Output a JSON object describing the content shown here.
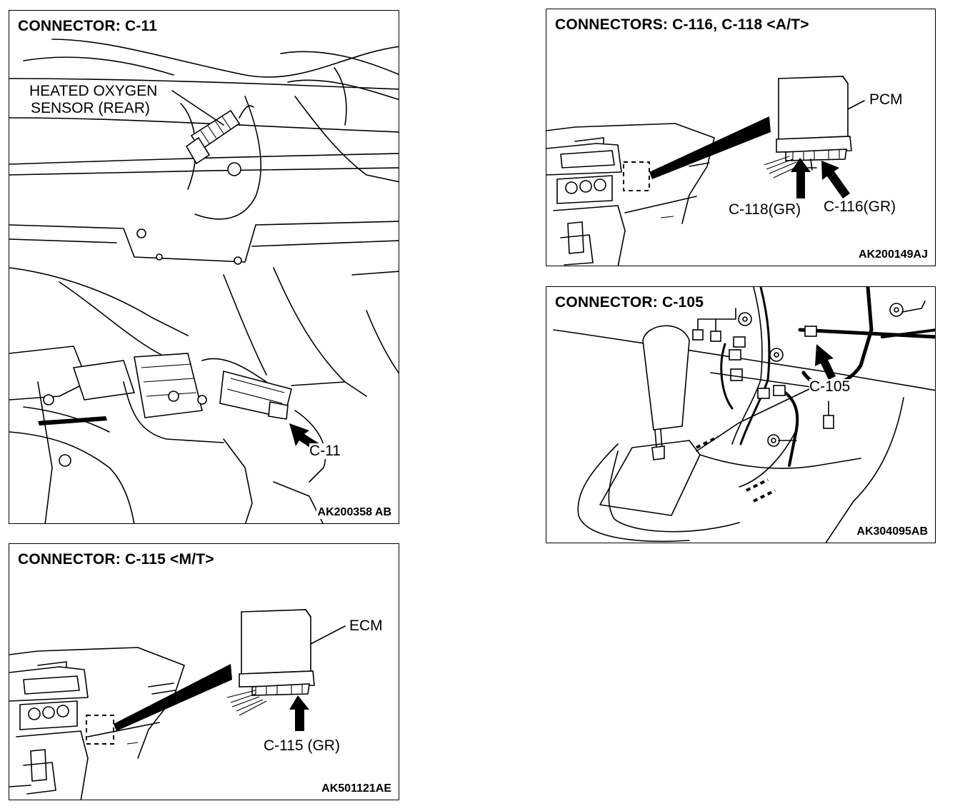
{
  "panels": {
    "c11": {
      "title": "CONNECTOR: C-11",
      "sensor_label_line1": "HEATED OXYGEN",
      "sensor_label_line2": "SENSOR (REAR)",
      "connector_label": "C-11",
      "code": "AK200358 AB"
    },
    "c115": {
      "title": "CONNECTOR: C-115 <M/T>",
      "module_label": "ECM",
      "connector_label": "C-115 (GR)",
      "code": "AK501121AE"
    },
    "c116": {
      "title": "CONNECTORS: C-116, C-118 <A/T>",
      "module_label": "PCM",
      "connector_label_a": "C-118(GR)",
      "connector_label_b": "C-116(GR)",
      "code": "AK200149AJ"
    },
    "c105": {
      "title": "CONNECTOR: C-105",
      "connector_label": "C-105",
      "code": "AK304095AB"
    }
  }
}
